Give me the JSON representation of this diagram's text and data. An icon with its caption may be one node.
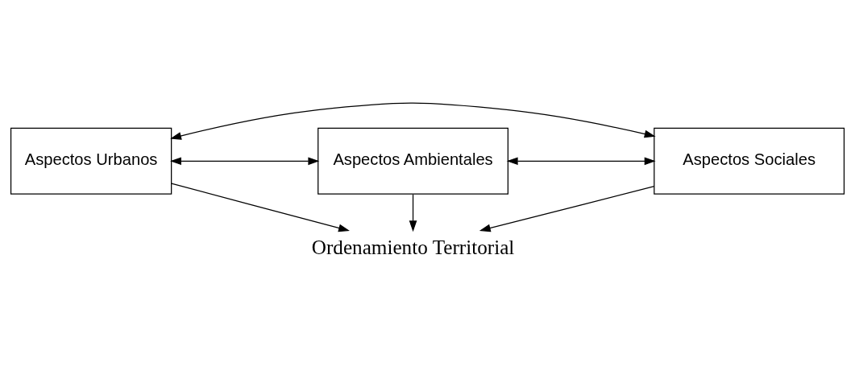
{
  "diagram": {
    "nodes": [
      {
        "text": [
          "Aspectos Urbanos"
        ]
      },
      {
        "text": [
          "Ordenamiento Territorial"
        ]
      },
      {
        "text": [
          "Aspectos Ambientales"
        ]
      },
      {
        "text": [
          "Aspectos Sociales"
        ]
      }
    ],
    "edges": [
      {
        "from": 0,
        "to": 2,
        "arrow": "both"
      },
      {
        "from": 0,
        "to": 3,
        "arrow": "both"
      },
      {
        "from": 0,
        "to": 1,
        "arrow": "to"
      },
      {
        "from": 2,
        "to": 1,
        "arrow": "to"
      },
      {
        "from": 3,
        "to": 1,
        "arrow": "to"
      },
      {
        "from": 2,
        "to": 3,
        "arrow": "both"
      }
    ]
  }
}
